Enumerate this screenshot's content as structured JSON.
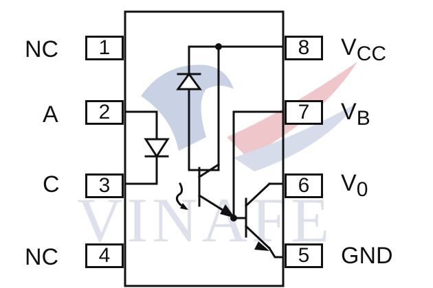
{
  "watermark": {
    "text": "VINAFE"
  },
  "pins": {
    "left": [
      {
        "number": "1",
        "label": "NC"
      },
      {
        "number": "2",
        "label": "A"
      },
      {
        "number": "3",
        "label": "C"
      },
      {
        "number": "4",
        "label": "NC"
      }
    ],
    "right": [
      {
        "number": "8",
        "label_main": "V",
        "label_sub": "CC"
      },
      {
        "number": "7",
        "label_main": "V",
        "label_sub": "B"
      },
      {
        "number": "6",
        "label_main": "V",
        "label_sub": "0"
      },
      {
        "number": "5",
        "label_main": "GND",
        "label_sub": ""
      }
    ]
  },
  "colors": {
    "line": "#111111",
    "watermark_blue": "#b7c1d9",
    "watermark_red": "#e2a3a8"
  }
}
